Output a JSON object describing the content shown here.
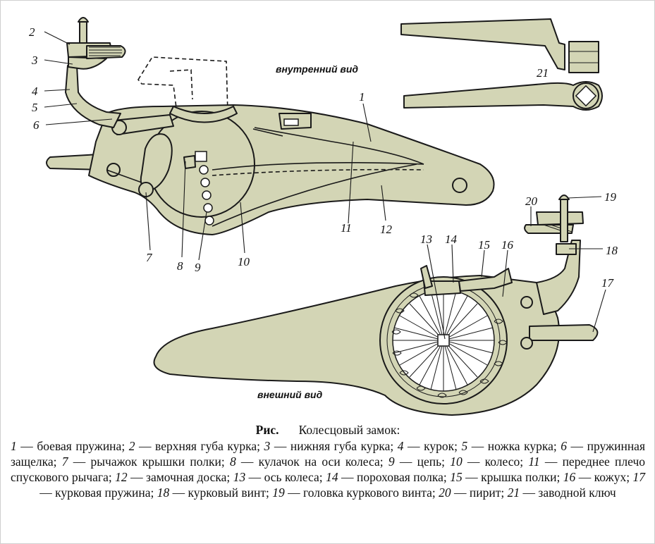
{
  "colors": {
    "metal": "#d3d5b5",
    "stroke": "#1a1a1a",
    "background": "#ffffff"
  },
  "views": {
    "inner": "внутренний вид",
    "outer": "внешний вид"
  },
  "callouts": [
    "1",
    "2",
    "3",
    "4",
    "5",
    "6",
    "7",
    "8",
    "9",
    "10",
    "11",
    "12",
    "13",
    "14",
    "15",
    "16",
    "17",
    "18",
    "19",
    "20",
    "21"
  ],
  "caption": {
    "prefix": "Рис.",
    "title": "Колесцовый замок:",
    "parts": [
      {
        "n": "1",
        "text": "боевая пружина"
      },
      {
        "n": "2",
        "text": "верхняя губа курка"
      },
      {
        "n": "3",
        "text": "нижняя губа курка"
      },
      {
        "n": "4",
        "text": "курок"
      },
      {
        "n": "5",
        "text": "ножка курка"
      },
      {
        "n": "6",
        "text": "пружинная защелка"
      },
      {
        "n": "7",
        "text": "рычажок крышки полки"
      },
      {
        "n": "8",
        "text": "кулачок на оси колеса"
      },
      {
        "n": "9",
        "text": "цепь"
      },
      {
        "n": "10",
        "text": "колесо"
      },
      {
        "n": "11",
        "text": "переднее плечо спускового рычага"
      },
      {
        "n": "12",
        "text": "замочная доска"
      },
      {
        "n": "13",
        "text": "ось колеса"
      },
      {
        "n": "14",
        "text": "пороховая полка"
      },
      {
        "n": "15",
        "text": "крышка полки"
      },
      {
        "n": "16",
        "text": "кожух"
      },
      {
        "n": "17",
        "text": "курковая пружина"
      },
      {
        "n": "18",
        "text": "курковый винт"
      },
      {
        "n": "19",
        "text": "головка куркового винта"
      },
      {
        "n": "20",
        "text": "пирит"
      },
      {
        "n": "21",
        "text": "заводной ключ"
      }
    ]
  }
}
